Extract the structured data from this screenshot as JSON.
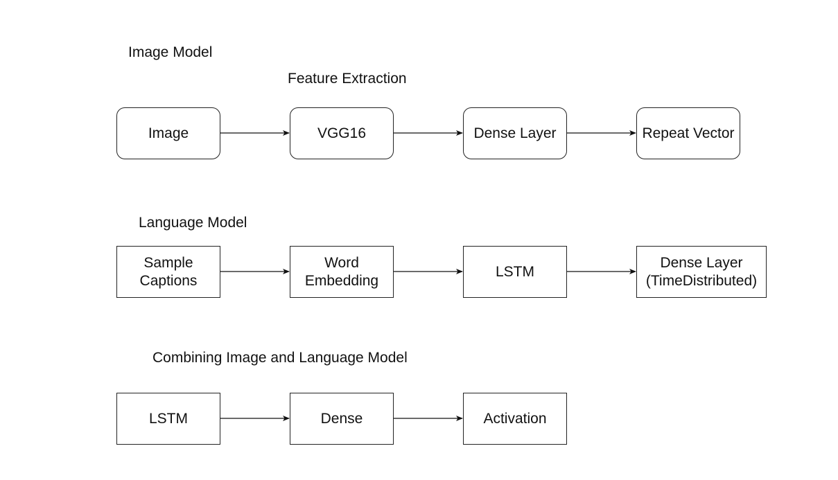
{
  "sections": {
    "image_model": {
      "title": "Image Model",
      "subtitle": "Feature Extraction",
      "nodes": [
        {
          "lines": [
            "Image"
          ]
        },
        {
          "lines": [
            "VGG16"
          ]
        },
        {
          "lines": [
            "Dense Layer"
          ]
        },
        {
          "lines": [
            "Repeat Vector"
          ]
        }
      ]
    },
    "language_model": {
      "title": "Language Model",
      "nodes": [
        {
          "lines": [
            "Sample",
            "Captions"
          ]
        },
        {
          "lines": [
            "Word",
            "Embedding"
          ]
        },
        {
          "lines": [
            "LSTM"
          ]
        },
        {
          "lines": [
            "Dense Layer",
            "(TimeDistributed)"
          ]
        }
      ]
    },
    "combined_model": {
      "title": "Combining Image and Language Model",
      "nodes": [
        {
          "lines": [
            "LSTM"
          ]
        },
        {
          "lines": [
            "Dense"
          ]
        },
        {
          "lines": [
            "Activation"
          ]
        }
      ]
    }
  },
  "colors": {
    "stroke": "#222222",
    "background": "#ffffff"
  }
}
